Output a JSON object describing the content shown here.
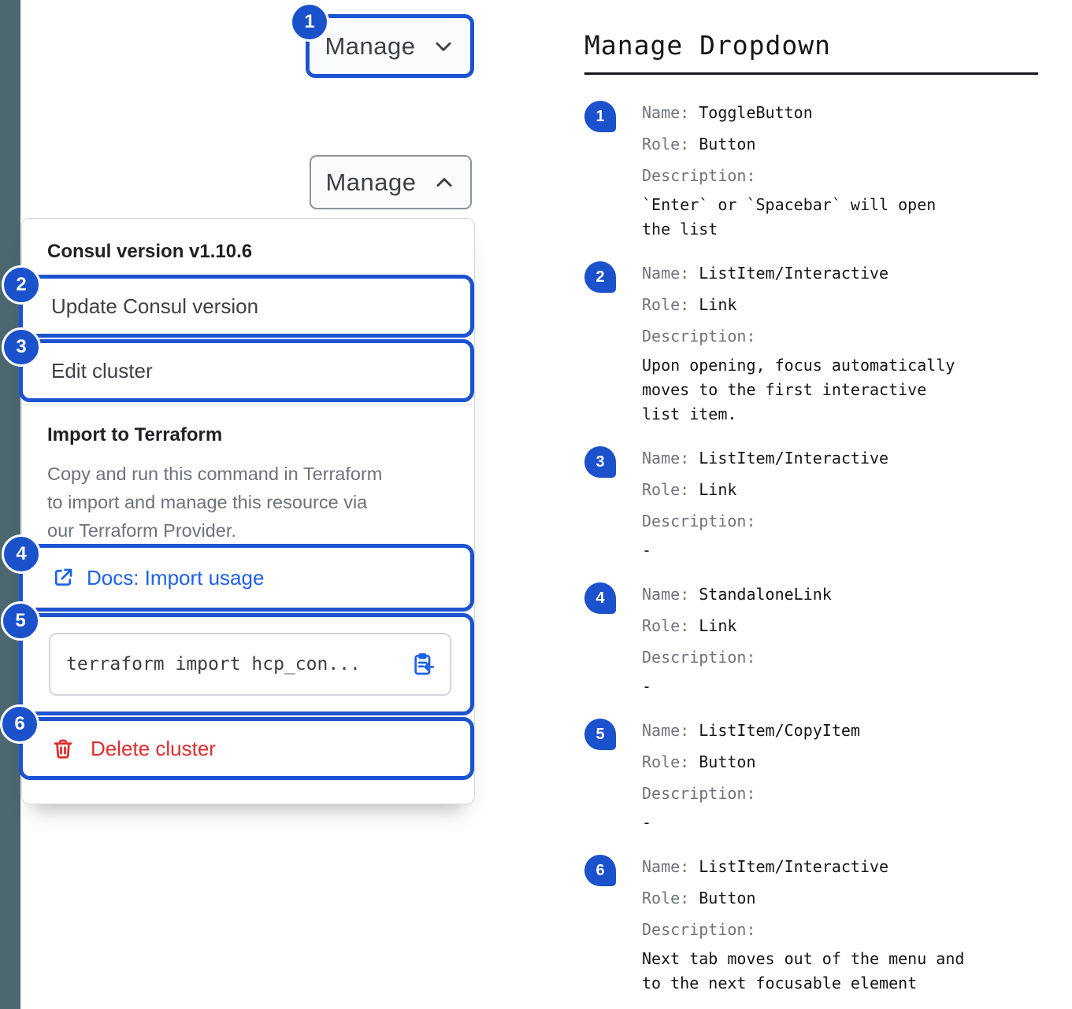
{
  "left_panel": {
    "toggle_collapsed": {
      "label": "Manage"
    },
    "toggle_expanded": {
      "label": "Manage"
    },
    "dropdown": {
      "version_header": "Consul version v1.10.6",
      "update_item": "Update Consul version",
      "edit_item": "Edit cluster",
      "import_title": "Import to Terraform",
      "import_description": "Copy and run this command in Terraform\nto import and manage this resource via\nour Terraform Provider.",
      "docs_link": "Docs: Import usage",
      "code_snippet": "terraform import hcp_con...",
      "delete_item": "Delete cluster"
    }
  },
  "annotations": {
    "nums": [
      "1",
      "2",
      "3",
      "4",
      "5",
      "6"
    ]
  },
  "legend": {
    "title": "Manage Dropdown",
    "labels": {
      "name": "Name:",
      "role": "Role:",
      "description": "Description:"
    },
    "items": [
      {
        "num": "1",
        "name": "ToggleButton",
        "role": "Button",
        "description": "`Enter` or `Spacebar` will open\nthe list"
      },
      {
        "num": "2",
        "name": "ListItem/Interactive",
        "role": "Link",
        "description": "Upon opening, focus automatically\nmoves to the first interactive\nlist item."
      },
      {
        "num": "3",
        "name": "ListItem/Interactive",
        "role": "Link",
        "description": "-"
      },
      {
        "num": "4",
        "name": "StandaloneLink",
        "role": "Link",
        "description": "-"
      },
      {
        "num": "5",
        "name": "ListItem/CopyItem",
        "role": "Button",
        "description": "-"
      },
      {
        "num": "6",
        "name": "ListItem/Interactive",
        "role": "Button",
        "description": "Next tab moves out of the menu and\nto the next focusable element"
      }
    ]
  },
  "colors": {
    "annotation_blue": "#1b52cc",
    "link_blue": "#1f61e9",
    "danger_red": "#e02d2d",
    "sidebar_strip": "#4b6770"
  }
}
